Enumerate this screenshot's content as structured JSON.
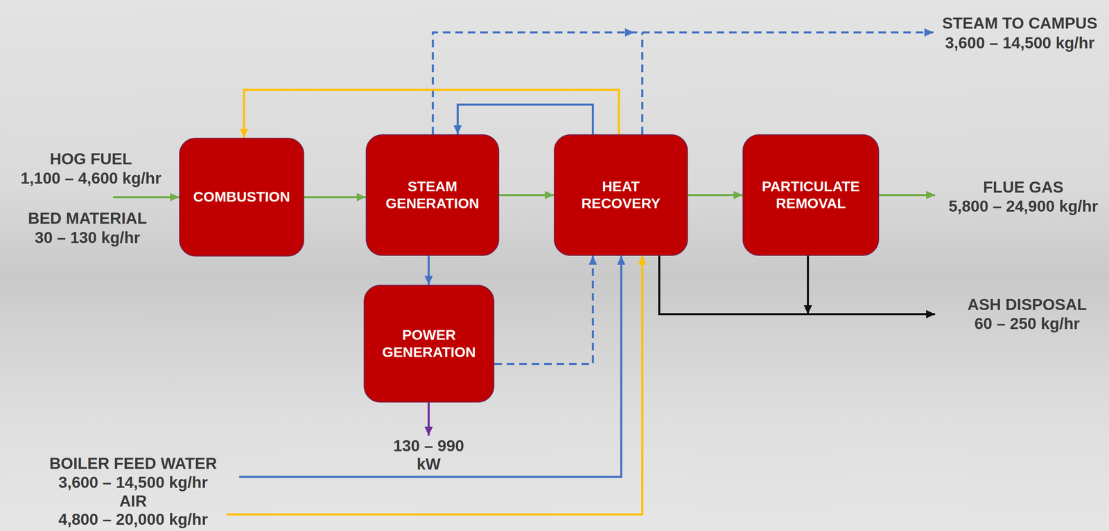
{
  "diagram": {
    "nodes": [
      {
        "text": [
          "COMBUSTION"
        ]
      },
      {
        "text": [
          "STEAM GENERATION"
        ]
      },
      {
        "text": [
          "HEAT RECOVERY"
        ]
      },
      {
        "text": [
          "PARTICULATE REMOVAL"
        ]
      },
      {
        "text": [
          "POWER GENERATION"
        ]
      }
    ],
    "edges": [
      {
        "from": 0,
        "to": 1,
        "arrow": "to"
      },
      {
        "from": 1,
        "to": 2,
        "arrow": "to"
      },
      {
        "from": 2,
        "to": 3,
        "arrow": "to"
      },
      {
        "from": 2,
        "to": 0,
        "arrow": "to"
      },
      {
        "from": 2,
        "to": 1,
        "arrow": "to"
      },
      {
        "from": 1,
        "to": 4,
        "arrow": "to"
      },
      {
        "from": 4,
        "to": 2,
        "arrow": "to"
      }
    ],
    "labels": [
      "STEAM TO CAMPUS",
      "3,600 – 14,500 kg/hr",
      "HOG FUEL",
      "1,100 – 4,600 kg/hr",
      "BED MATERIAL",
      "30 – 130 kg/hr",
      "FLUE GAS",
      "5,800 – 24,900 kg/hr",
      "ASH DISPOSAL",
      "60 – 250 kg/hr",
      "130 – 990",
      "kW",
      "BOILER FEED WATER",
      "3,600 – 14,500 kg/hr",
      "AIR",
      "4,800 – 20,000 kg/hr"
    ]
  }
}
